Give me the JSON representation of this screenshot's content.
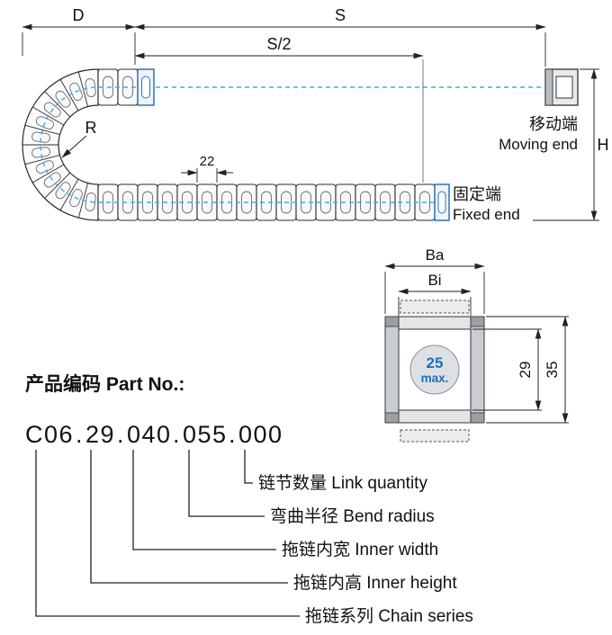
{
  "colors": {
    "line": "#222222",
    "accent_blue": "#2e75b6",
    "centerline_cyan": "#3ab0e0",
    "value_blue": "#1f6eb5"
  },
  "side_view": {
    "dim_d": "D",
    "dim_s": "S",
    "dim_s_half": "S/2",
    "dim_r": "R",
    "dim_pitch": "22",
    "dim_h": "H",
    "moving_end_cn": "移动端",
    "moving_end_en": "Moving end",
    "fixed_end_cn": "固定端",
    "fixed_end_en": "Fixed end"
  },
  "cross_section": {
    "dim_ba": "Ba",
    "dim_bi": "Bi",
    "dim_inner_height": "29",
    "dim_outer_height": "35",
    "max_value": "25",
    "max_suffix": "max."
  },
  "part_no": {
    "heading": "产品编码 Part No.:",
    "separator": ".",
    "segments": [
      "C06",
      "29",
      "040",
      "055",
      "000"
    ],
    "callouts": [
      "链节数量 Link quantity",
      "弯曲半径 Bend radius",
      "拖链内宽 Inner width",
      "拖链内高 Inner height",
      "拖链系列 Chain series"
    ]
  }
}
